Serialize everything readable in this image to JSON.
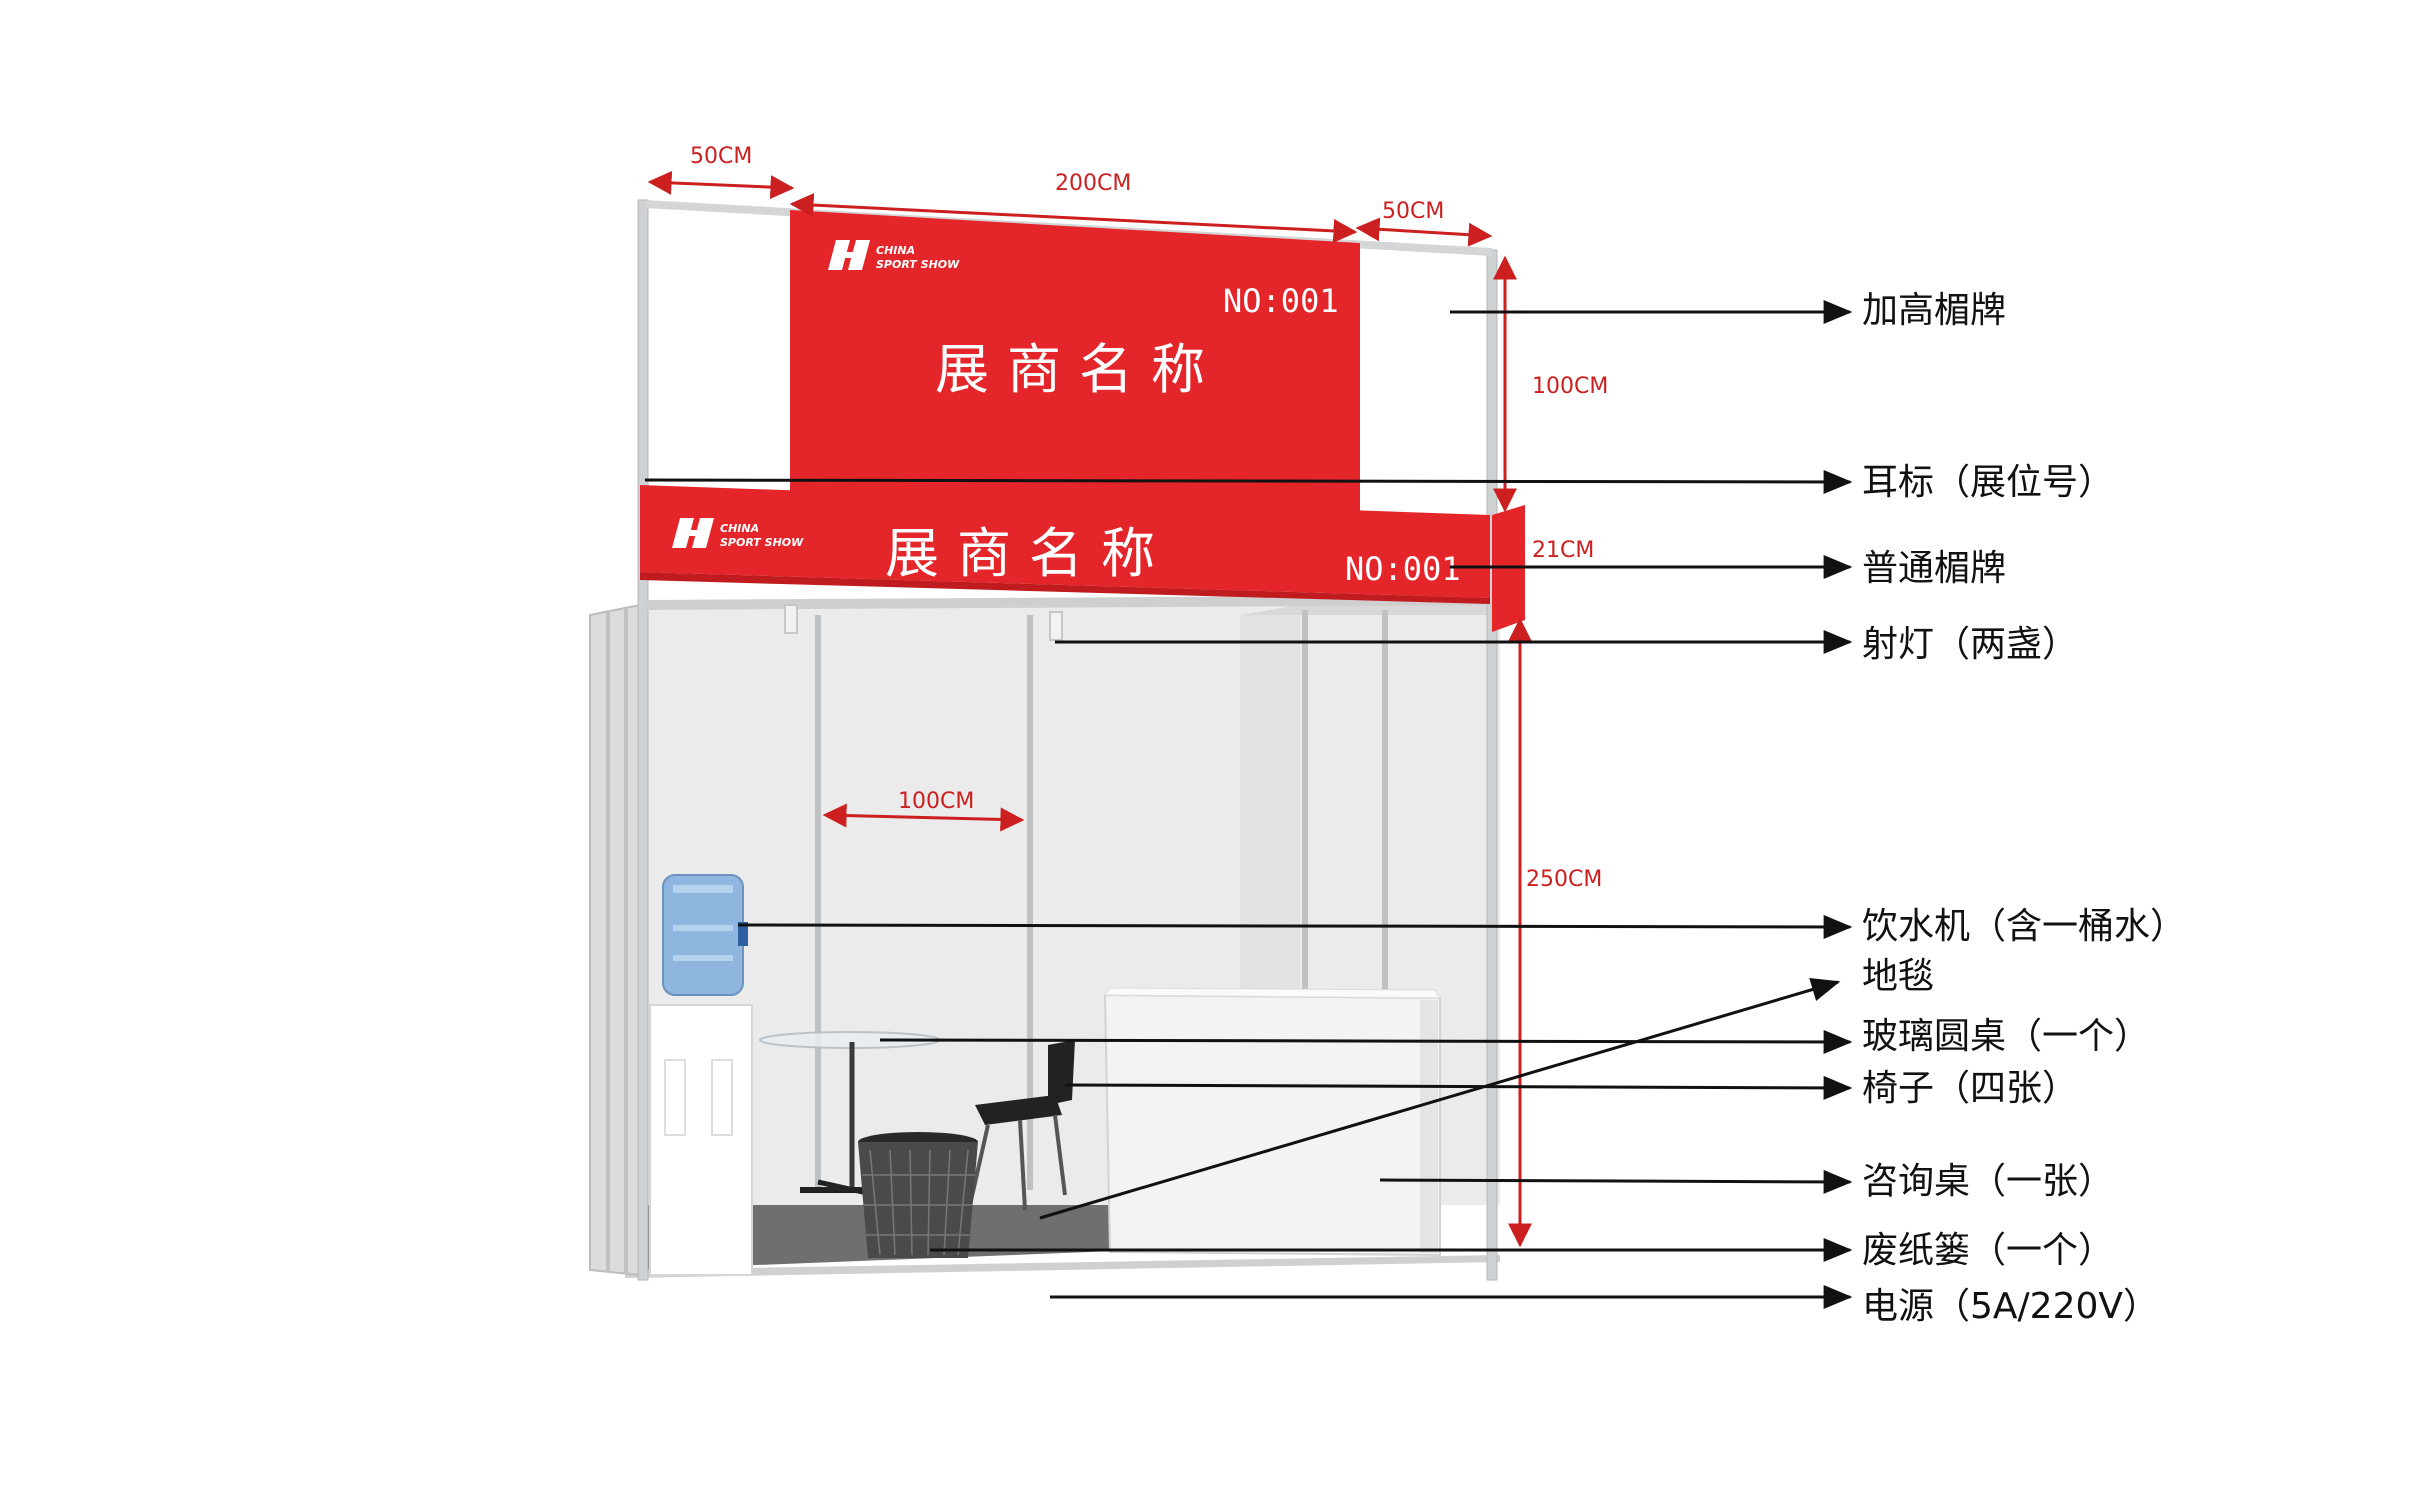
{
  "dimensions": {
    "left_ext": "50CM",
    "center_width": "200CM",
    "right_ext": "50CM",
    "fascia_height": "100CM",
    "regular_fascia_height": "21CM",
    "panel_width": "100CM",
    "booth_height": "250CM"
  },
  "signs": {
    "exhibitor_name": "展商名称",
    "booth_no": "NO:001",
    "logo_line1": "CHINA",
    "logo_line2": "SPORT SHOW"
  },
  "callouts": [
    {
      "id": "raised-fascia",
      "label": "加高楣牌"
    },
    {
      "id": "ear-tag",
      "label": "耳标（展位号）"
    },
    {
      "id": "regular-fascia",
      "label": "普通楣牌"
    },
    {
      "id": "spotlights",
      "label": "射灯（两盏）"
    },
    {
      "id": "water-dispenser",
      "label": "饮水机（含一桶水）"
    },
    {
      "id": "carpet",
      "label": "地毯"
    },
    {
      "id": "glass-table",
      "label": "玻璃圆桌（一个）"
    },
    {
      "id": "chairs",
      "label": "椅子（四张）"
    },
    {
      "id": "info-desk",
      "label": "咨询桌（一张）"
    },
    {
      "id": "waste-basket",
      "label": "废纸篓（一个）"
    },
    {
      "id": "power",
      "label": "电源（5A/220V）"
    }
  ],
  "colors": {
    "sign_red": "#e4262a",
    "dimension_red": "#cc1f1f",
    "wall": "#e9e9e9",
    "frame": "#c8cacc"
  }
}
